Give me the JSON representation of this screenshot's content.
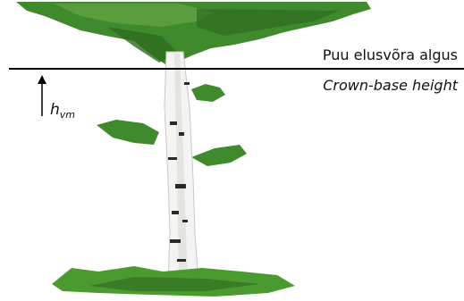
{
  "labels": {
    "estonian": "Puu elusvõra algus",
    "english": "Crown-base height",
    "symbol": "h",
    "symbol_subscript": "vm"
  },
  "colors": {
    "foliage_dark": "#2d6b1f",
    "foliage_mid": "#3f8a2c",
    "foliage_light": "#6aaa4a",
    "trunk": "#f4f4f2",
    "bark_mark": "#2a2a2a",
    "line": "#000000",
    "grass": "#4a9a30"
  }
}
